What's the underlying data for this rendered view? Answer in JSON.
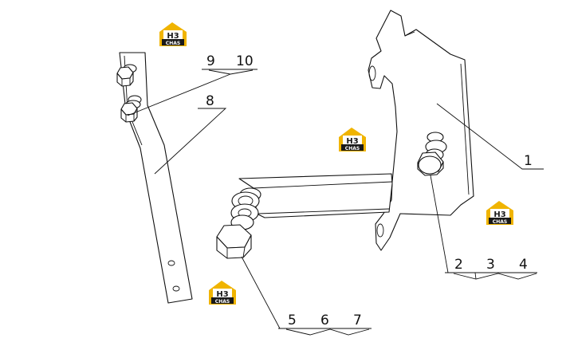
{
  "callouts": {
    "c1": "1",
    "c2": "2",
    "c3": "3",
    "c4": "4",
    "c5": "5",
    "c6": "6",
    "c7": "7",
    "c8": "8",
    "c9": "9",
    "c10": "10"
  },
  "watermark": {
    "top": "H3",
    "bottom": "CHAS",
    "color": "#f0b400"
  }
}
